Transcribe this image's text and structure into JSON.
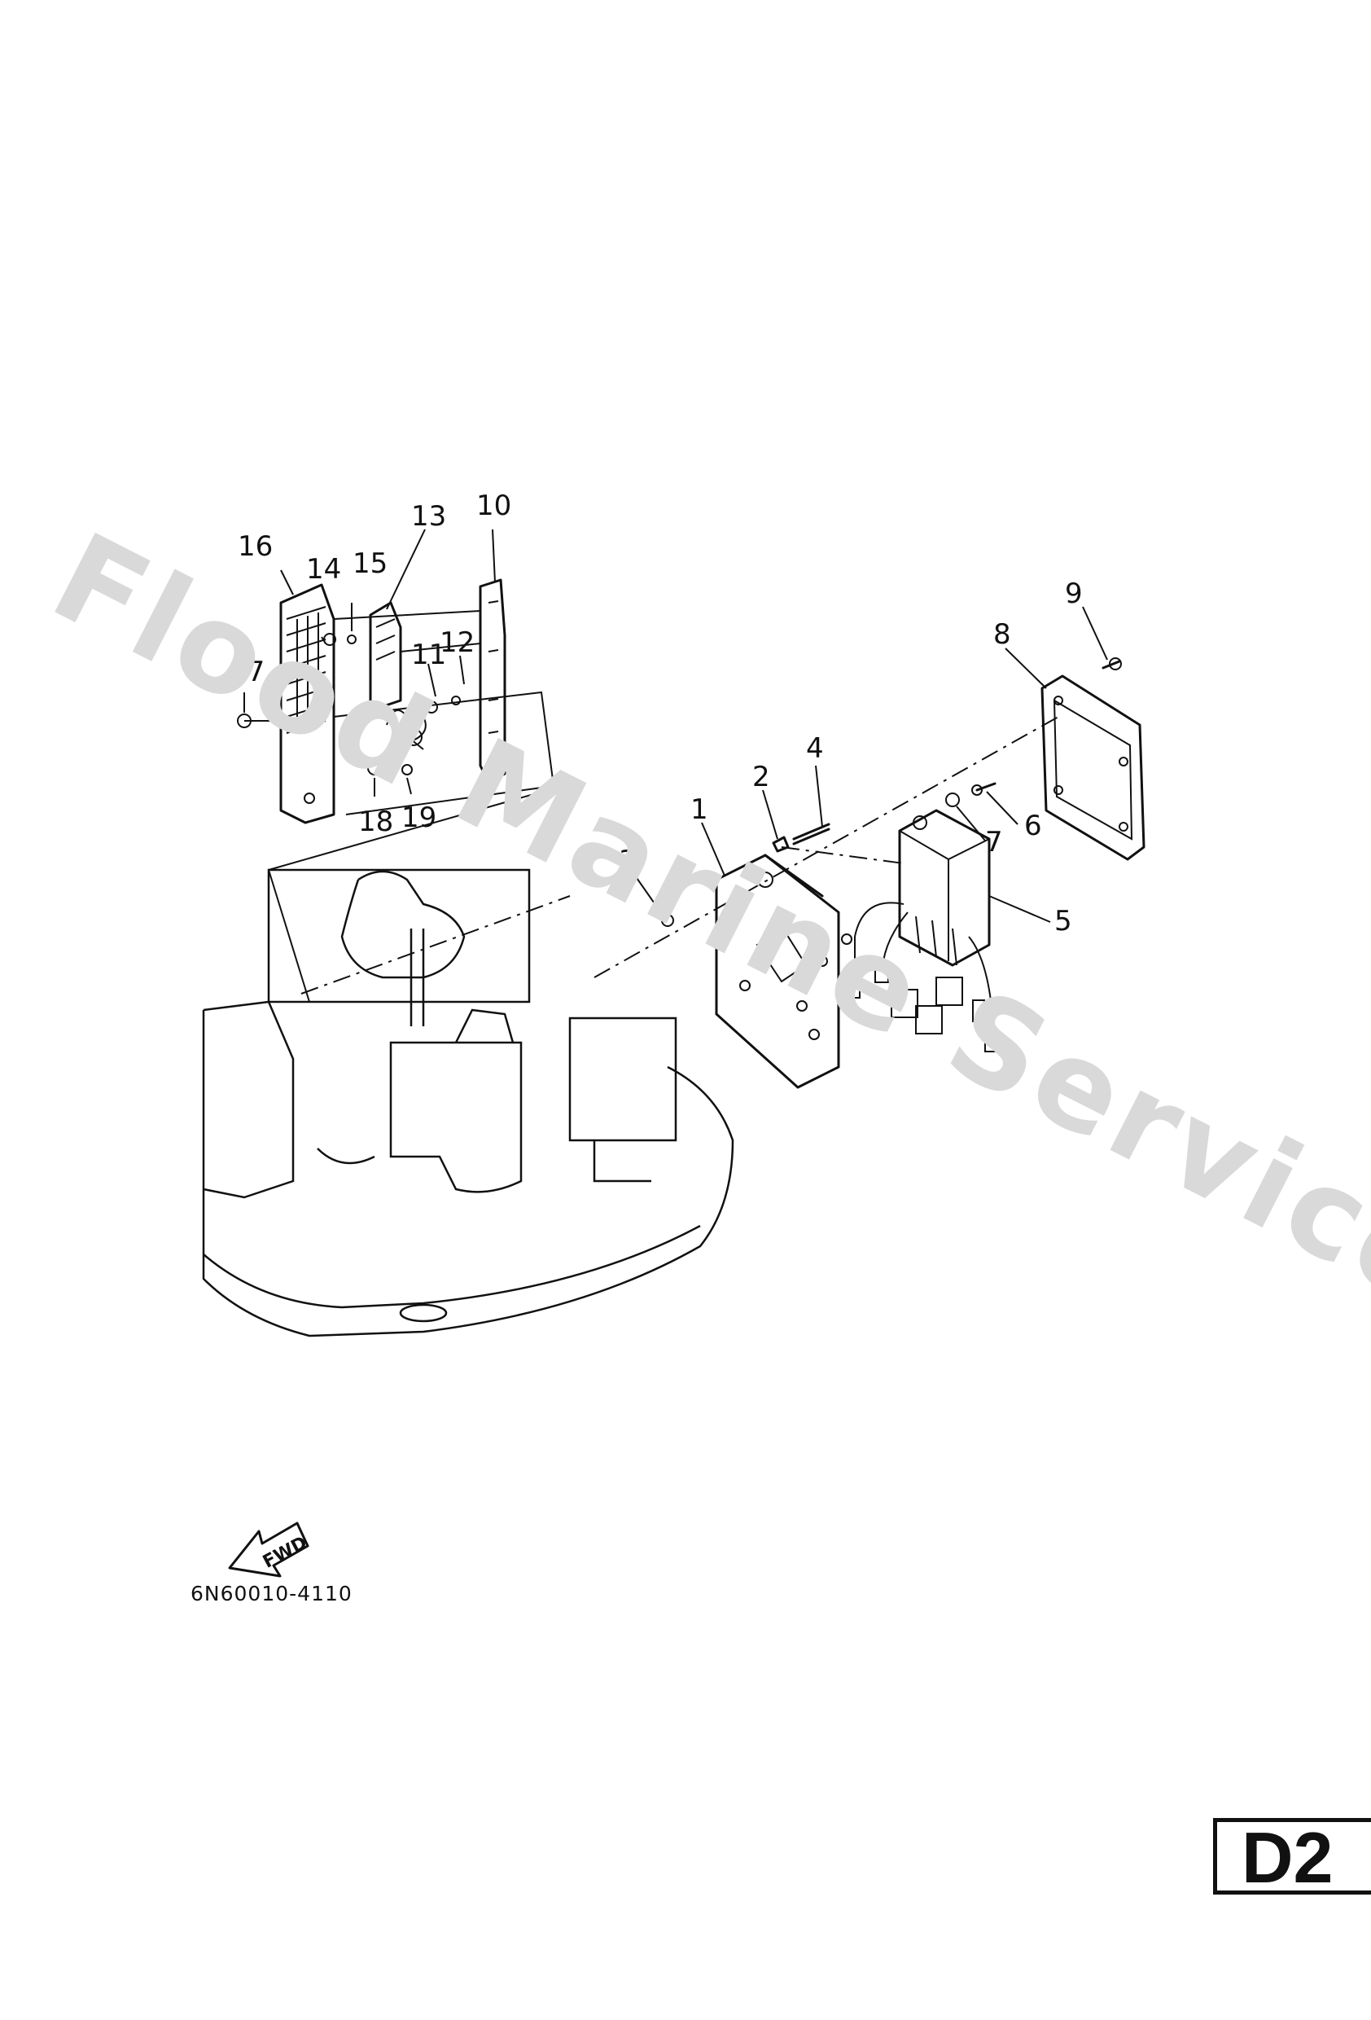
{
  "watermark": "Flood Marine Services",
  "callouts": {
    "c1": "1",
    "c2": "2",
    "c3": "3",
    "c4": "4",
    "c5": "5",
    "c6": "6",
    "c7": "7",
    "c8": "8",
    "c9": "9",
    "c10": "10",
    "c11": "11",
    "c12": "12",
    "c13": "13",
    "c14": "14",
    "c15": "15",
    "c16": "16",
    "c17": "17",
    "c18": "18",
    "c19": "19"
  },
  "direction_label": "FWD",
  "figure_number": "6N60010-4110",
  "page_code": "D2"
}
